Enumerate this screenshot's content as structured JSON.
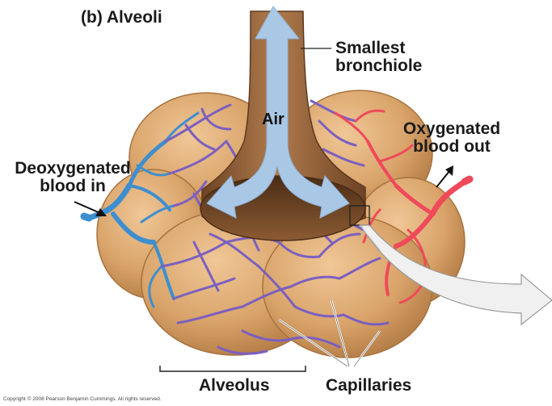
{
  "title": "(b) Alveoli",
  "labels": {
    "smallest_bronchiole_line1": "Smallest",
    "smallest_bronchiole_line2": "bronchiole",
    "air": "Air",
    "oxygenated_line1": "Oxygenated",
    "oxygenated_line2": "blood out",
    "deoxygenated_line1": "Deoxygenated",
    "deoxygenated_line2": "blood in",
    "alveolus": "Alveolus",
    "capillaries": "Capillaries"
  },
  "copyright": "Copyright © 2008 Pearson Benjamin Cummings. All rights reserved.",
  "colors": {
    "alveolus_fill": "#d9a46a",
    "alveolus_edge": "#a8733f",
    "bronchiole": "#8a5a34",
    "bronchiole_dark": "#5e3a1e",
    "air_arrow": "#a9c8e6",
    "capillary_blue": "#3d8fcf",
    "capillary_purple": "#7b5fc0",
    "capillary_red": "#ef4a5a"
  }
}
